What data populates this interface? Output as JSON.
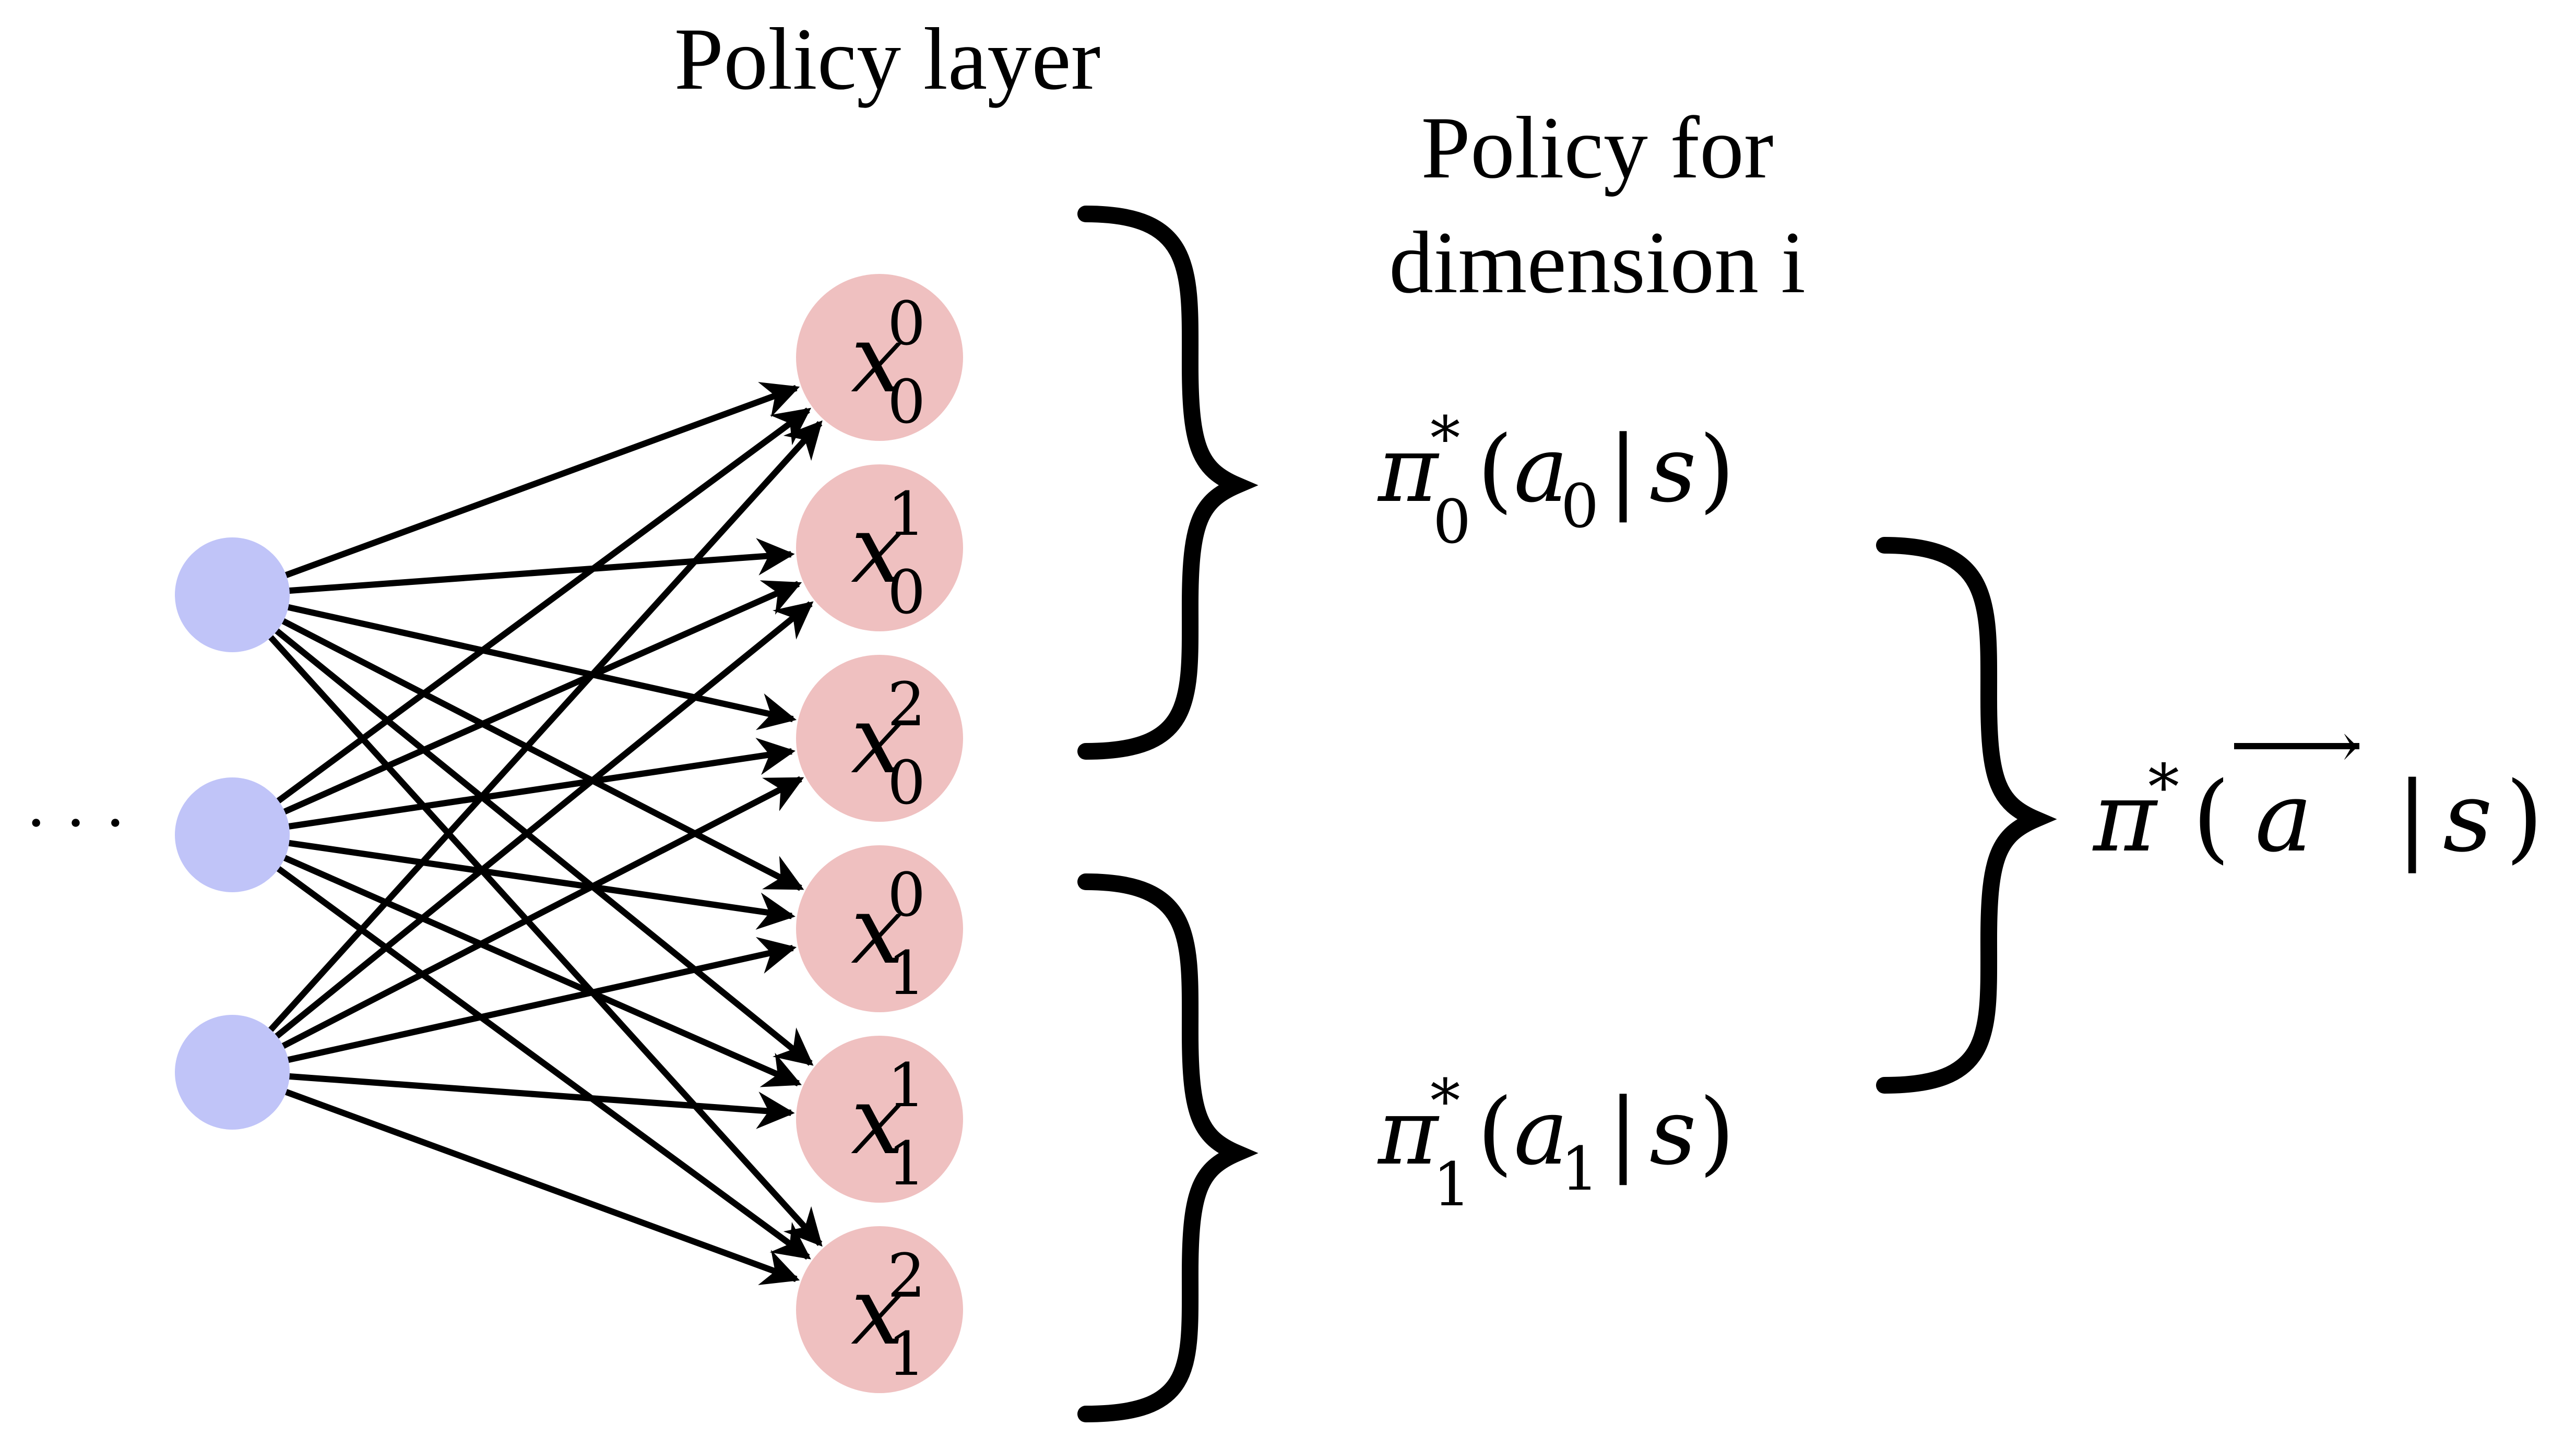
{
  "title": "Policy layer",
  "policy_header": [
    "Policy for",
    "dimension i"
  ],
  "ellipsis": "· · ·",
  "colors": {
    "input_node": "#c0c4f8",
    "output_node": "#efc0c0",
    "edge": "#000000"
  },
  "input_nodes": [
    {
      "id": "in-top"
    },
    {
      "id": "in-mid"
    },
    {
      "id": "in-bot"
    }
  ],
  "output_nodes": [
    {
      "base": "x",
      "sub": "0",
      "sup": "0"
    },
    {
      "base": "x",
      "sub": "0",
      "sup": "1"
    },
    {
      "base": "x",
      "sub": "0",
      "sup": "2"
    },
    {
      "base": "x",
      "sub": "1",
      "sup": "0"
    },
    {
      "base": "x",
      "sub": "1",
      "sup": "1"
    },
    {
      "base": "x",
      "sub": "1",
      "sup": "2"
    }
  ],
  "policies": [
    {
      "pi": "π",
      "star": "*",
      "sub": "0",
      "open": "(",
      "a": "a",
      "a_sub": "0",
      "bar": "|",
      "s": "s",
      "close": ")"
    },
    {
      "pi": "π",
      "star": "*",
      "sub": "1",
      "open": "(",
      "a": "a",
      "a_sub": "1",
      "bar": "|",
      "s": "s",
      "close": ")"
    }
  ],
  "joint_policy": {
    "pi": "π",
    "star": "*",
    "open": "(",
    "a": "a",
    "arrow": "→",
    "bar": "|",
    "s": "s",
    "close": ")"
  }
}
